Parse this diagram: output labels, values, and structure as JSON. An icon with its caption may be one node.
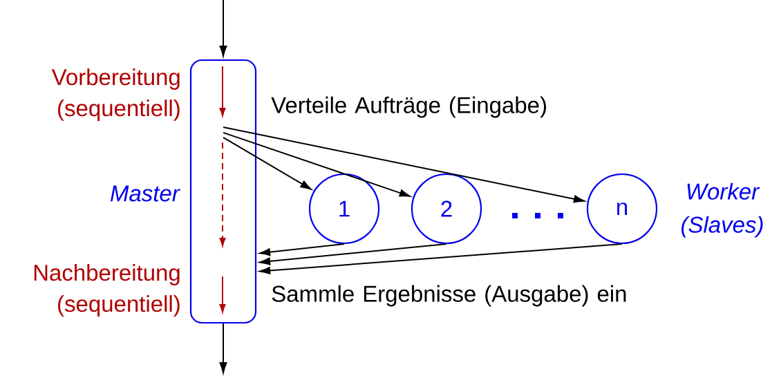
{
  "diagram": {
    "nodes": [
      {
        "text": [],
        "shape": "box",
        "beside": [
          "Vorbereitung (sequentiell)",
          "Master",
          "Nachbereitung (sequentiell)"
        ]
      },
      {
        "text": [
          "1"
        ]
      },
      {
        "text": [
          "2"
        ]
      },
      {
        "text": [
          "n"
        ]
      }
    ],
    "edges": [
      {
        "from": null,
        "to": 0,
        "arrow": "to"
      },
      {
        "from": 0,
        "to": 1,
        "arrow": "to"
      },
      {
        "from": 0,
        "to": 2,
        "arrow": "to"
      },
      {
        "from": 0,
        "to": 3,
        "arrow": "to"
      },
      {
        "from": 1,
        "to": 0,
        "arrow": "to"
      },
      {
        "from": 2,
        "to": 0,
        "arrow": "to"
      },
      {
        "from": 3,
        "to": 0,
        "arrow": "to"
      },
      {
        "from": 0,
        "to": null,
        "arrow": "to"
      }
    ],
    "labels": [
      "Verteile Aufträge (Eingabe)",
      "Worker (Slaves)",
      "Sammle Ergebnisse (Ausgabe) ein"
    ]
  }
}
